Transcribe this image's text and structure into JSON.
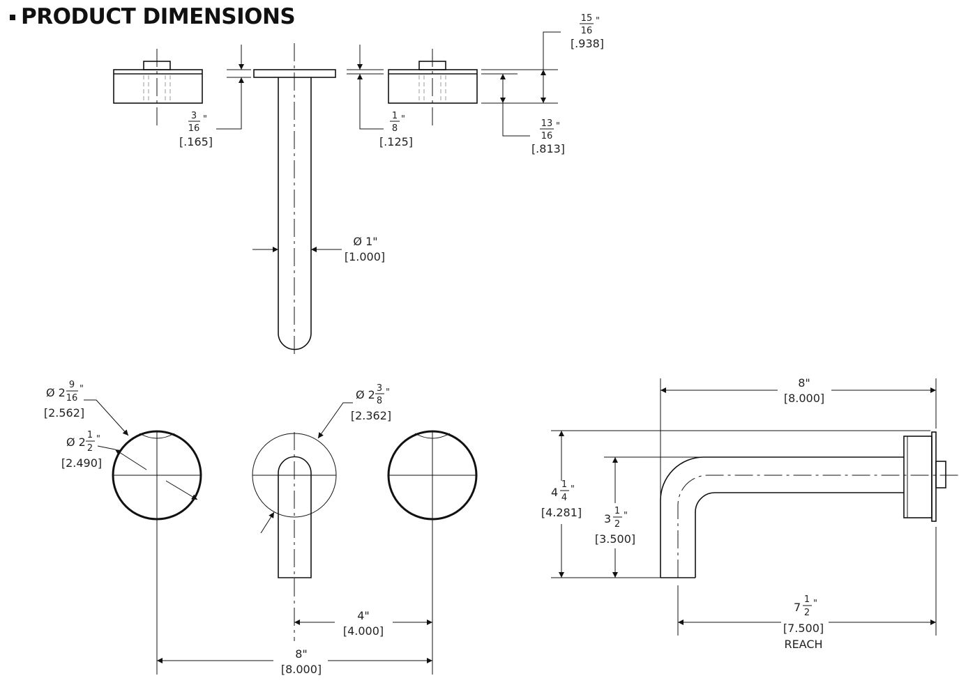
{
  "header": {
    "title": "PRODUCT DIMENSIONS"
  },
  "dimensions": {
    "plate_thickness": {
      "whole": "",
      "num": "3",
      "den": "16",
      "unit": "\"",
      "decimal": "[.165]"
    },
    "flange_thickness": {
      "whole": "",
      "num": "1",
      "den": "8",
      "unit": "\"",
      "decimal": "[.125]"
    },
    "handle_depth": {
      "whole": "",
      "num": "13",
      "den": "16",
      "unit": "\"",
      "decimal": "[.813]"
    },
    "total_depth": {
      "whole": "",
      "num": "15",
      "den": "16",
      "unit": "\"",
      "decimal": "[.938]"
    },
    "spout_diameter": {
      "label": "Ø 1\"",
      "decimal": "[1.000]"
    },
    "handle_plate_outer": {
      "prefix": "Ø 2",
      "num": "9",
      "den": "16",
      "unit": "\"",
      "decimal": "[2.562]"
    },
    "handle_plate_inner": {
      "prefix": "Ø 2",
      "num": "1",
      "den": "2",
      "unit": "\"",
      "decimal": "[2.490]"
    },
    "spout_plate": {
      "prefix": "Ø 2",
      "num": "3",
      "den": "8",
      "unit": "\"",
      "decimal": "[2.362]"
    },
    "spout_to_handle": {
      "label": "4\"",
      "decimal": "[4.000]"
    },
    "handle_spread": {
      "label": "8\"",
      "decimal": "[8.000]"
    },
    "side_length": {
      "label": "8\"",
      "decimal": "[8.000]"
    },
    "side_height": {
      "prefix": "4",
      "num": "1",
      "den": "4",
      "unit": "\"",
      "decimal": "[4.281]"
    },
    "spout_height": {
      "prefix": "3",
      "num": "1",
      "den": "2",
      "unit": "\"",
      "decimal": "[3.500]"
    },
    "reach": {
      "prefix": "7",
      "num": "1",
      "den": "2",
      "unit": "\"",
      "decimal": "[7.500]",
      "caption": "REACH"
    }
  }
}
